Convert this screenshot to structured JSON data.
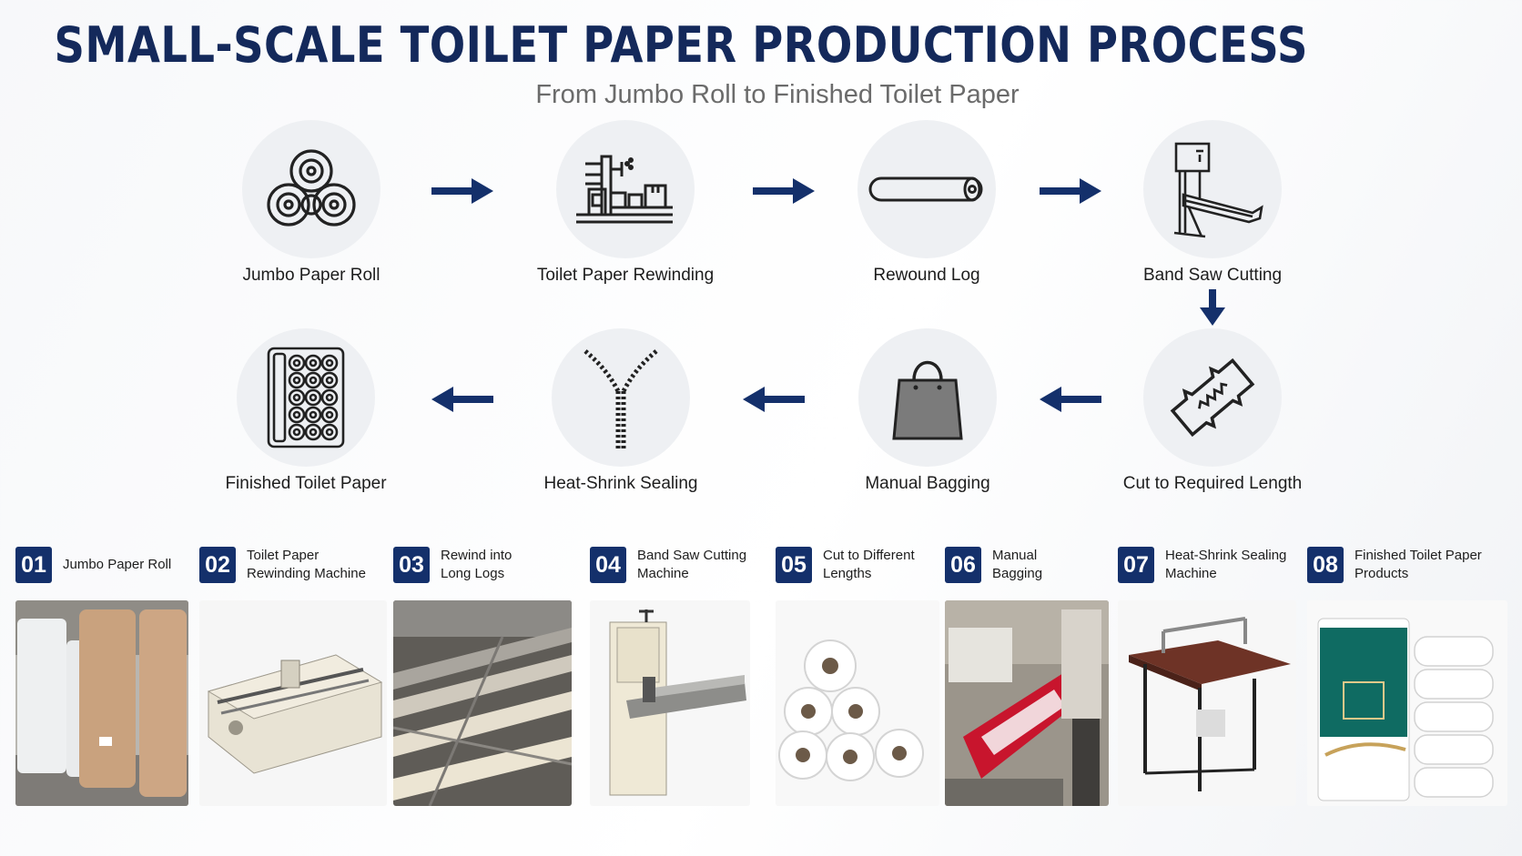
{
  "header": {
    "title": "SMALL-SCALE TOILET PAPER PRODUCTION PROCESS",
    "subtitle": "From Jumbo Roll to Finished Toilet Paper"
  },
  "flow": {
    "steps": [
      {
        "label": "Jumbo Paper Roll",
        "icon": "paper-rolls-icon"
      },
      {
        "label": "Toilet Paper Rewinding",
        "icon": "rewinding-machine-icon"
      },
      {
        "label": "Rewound Log",
        "icon": "log-icon"
      },
      {
        "label": "Band Saw Cutting",
        "icon": "band-saw-icon"
      },
      {
        "label": "Cut to Required Length",
        "icon": "blade-icon"
      },
      {
        "label": "Manual Bagging",
        "icon": "bag-icon"
      },
      {
        "label": "Heat-Shrink Sealing",
        "icon": "zipper-icon"
      },
      {
        "label": "Finished Toilet Paper",
        "icon": "roll-pack-icon"
      }
    ],
    "accent_color": "#14306b"
  },
  "cards": [
    {
      "num": "01",
      "line1": "Jumbo Paper Roll",
      "line2": ""
    },
    {
      "num": "02",
      "line1": "Toilet Paper",
      "line2": "Rewinding Machine"
    },
    {
      "num": "03",
      "line1": "Rewind into",
      "line2": "Long Logs"
    },
    {
      "num": "04",
      "line1": "Band Saw Cutting",
      "line2": "Machine"
    },
    {
      "num": "05",
      "line1": "Cut to Different",
      "line2": "Lengths"
    },
    {
      "num": "06",
      "line1": "Manual",
      "line2": "Bagging"
    },
    {
      "num": "07",
      "line1": "Heat-Shrink Sealing",
      "line2": "Machine"
    },
    {
      "num": "08",
      "line1": "Finished Toilet Paper",
      "line2": "Products"
    }
  ]
}
